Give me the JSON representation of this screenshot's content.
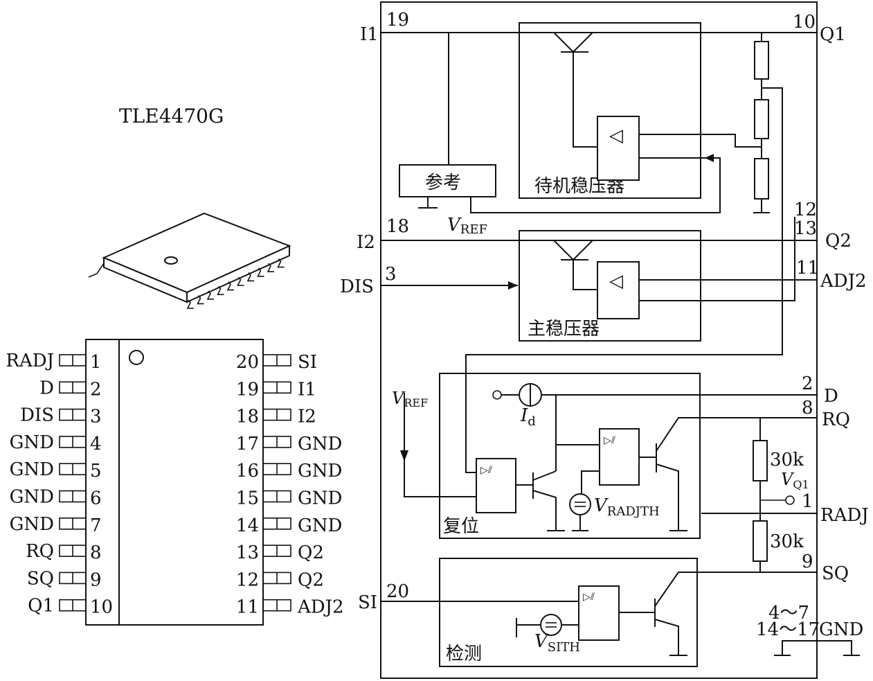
{
  "left": {
    "chip_title": "TLE4470G",
    "pins_left": [
      {
        "name": "RADJ",
        "num": "1"
      },
      {
        "name": "D",
        "num": "2"
      },
      {
        "name": "DIS",
        "num": "3"
      },
      {
        "name": "GND",
        "num": "4"
      },
      {
        "name": "GND",
        "num": "5"
      },
      {
        "name": "GND",
        "num": "6"
      },
      {
        "name": "GND",
        "num": "7"
      },
      {
        "name": "RQ",
        "num": "8"
      },
      {
        "name": "SQ",
        "num": "9"
      },
      {
        "name": "Q1",
        "num": "10"
      }
    ],
    "pins_right": [
      {
        "num": "20",
        "name": "SI"
      },
      {
        "num": "19",
        "name": "I1"
      },
      {
        "num": "18",
        "name": "I2"
      },
      {
        "num": "17",
        "name": "GND"
      },
      {
        "num": "16",
        "name": "GND"
      },
      {
        "num": "15",
        "name": "GND"
      },
      {
        "num": "14",
        "name": "GND"
      },
      {
        "num": "13",
        "name": "Q2"
      },
      {
        "num": "12",
        "name": "Q2"
      },
      {
        "num": "11",
        "name": "ADJ2"
      }
    ]
  },
  "schematic": {
    "pins_in": {
      "i1": "I1",
      "i1_num": "19",
      "i2": "I2",
      "i2_num": "18",
      "dis": "DIS",
      "dis_num": "3",
      "si": "SI",
      "si_num": "20"
    },
    "pins_out": {
      "q1_num": "10",
      "q1": "Q1",
      "q2_num_a": "12",
      "q2_num_b": "13",
      "q2": "Q2",
      "adj2_num": "11",
      "adj2": "ADJ2",
      "d_num": "2",
      "d": "D",
      "rq_num": "8",
      "rq": "RQ",
      "radj_num": "1",
      "radj": "RADJ",
      "sq_num": "9",
      "sq": "SQ",
      "gnd_nums_a": "4～7",
      "gnd_nums_b": "14～17",
      "gnd": "GND"
    },
    "blocks": {
      "reference": "参考",
      "standby_regulator": "待机稳压器",
      "main_regulator": "主稳压器",
      "reset": "复位",
      "detect": "检测"
    },
    "labels": {
      "vref_main": "V",
      "vref_main_sub": "REF",
      "vref_reset": "V",
      "vref_reset_sub": "REF",
      "id": "I",
      "id_sub": "d",
      "vradjth": "V",
      "vradjth_sub": "RADJTH",
      "vsith": "V",
      "vsith_sub": "SITH",
      "vq1": "V",
      "vq1_sub": "Q1",
      "r_top": "30k",
      "r_bottom": "30k",
      "comp_symbol": "◁"
    }
  }
}
